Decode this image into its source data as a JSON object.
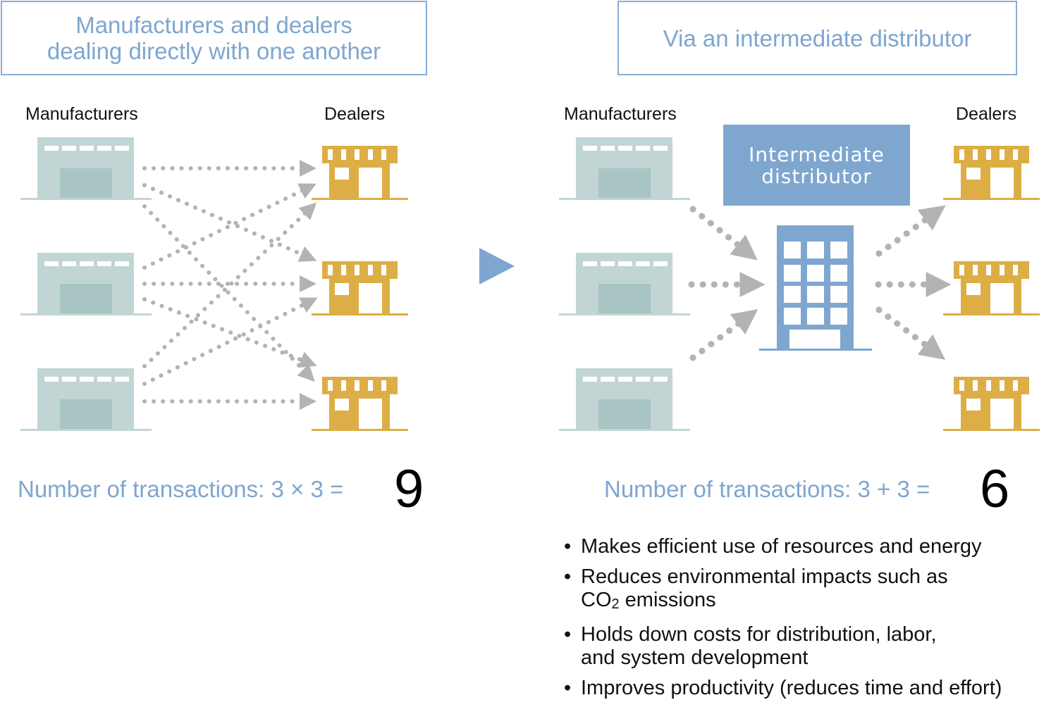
{
  "left_panel": {
    "title_line1": "Manufacturers and dealers",
    "title_line2": "dealing directly with one another",
    "manufacturers_label": "Manufacturers",
    "dealers_label": "Dealers",
    "count_text": "Number of transactions: 3 × 3 =",
    "count_value": "9"
  },
  "right_panel": {
    "title": "Via an intermediate distributor",
    "manufacturers_label": "Manufacturers",
    "dealers_label": "Dealers",
    "distributor_line1": "Intermediate",
    "distributor_line2": "distributor",
    "count_text": "Number of transactions: 3 + 3 =",
    "count_value": "6"
  },
  "benefits": [
    {
      "line1": "Makes efficient use of resources and energy"
    },
    {
      "line1": "Reduces environmental impacts such as",
      "line2_prefix": "CO",
      "line2_sub": "2",
      "line2_suffix": " emissions"
    },
    {
      "line1": "Holds down costs for distribution, labor,",
      "line2": "and system development"
    },
    {
      "line1": "Improves productivity (reduces time and effort)"
    }
  ],
  "bullet_char": "•",
  "colors": {
    "accent_blue": "#7ea6cf",
    "factory": "#c1d6d4",
    "factory_window": "#a9c5c3",
    "shop": "#dcae45",
    "arrow": "#b3b3b3",
    "building": "#7fa6cf"
  },
  "icons": {
    "manufacturer": "factory-icon",
    "dealer": "shop-icon",
    "distributor": "office-building-icon",
    "transition": "play-arrow-icon"
  }
}
